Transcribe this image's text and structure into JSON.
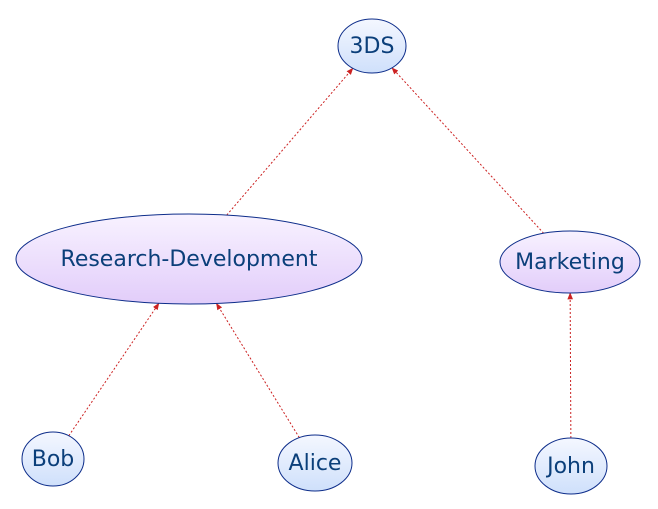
{
  "diagram": {
    "type": "org-hierarchy",
    "colors": {
      "node_stroke": "#0d2d8a",
      "node_fill_top": "#f4f7ff",
      "node_fill_bottom": "#cfe0fb",
      "dept_fill_top": "#f8f2ff",
      "dept_fill_bottom": "#e2cdfa",
      "text": "#0b3f7a",
      "edge": "#cc2222"
    },
    "nodes": [
      {
        "id": "3ds",
        "label": "3DS",
        "kind": "root"
      },
      {
        "id": "research-development",
        "label": "Research-Development",
        "kind": "department"
      },
      {
        "id": "marketing",
        "label": "Marketing",
        "kind": "department"
      },
      {
        "id": "bob",
        "label": "Bob",
        "kind": "person"
      },
      {
        "id": "alice",
        "label": "Alice",
        "kind": "person"
      },
      {
        "id": "john",
        "label": "John",
        "kind": "person"
      }
    ],
    "edges": [
      {
        "from": "research-development",
        "to": "3ds",
        "style": "dashed-arrow"
      },
      {
        "from": "marketing",
        "to": "3ds",
        "style": "dashed-arrow"
      },
      {
        "from": "bob",
        "to": "research-development",
        "style": "dashed-arrow"
      },
      {
        "from": "alice",
        "to": "research-development",
        "style": "dashed-arrow"
      },
      {
        "from": "john",
        "to": "marketing",
        "style": "dashed-arrow"
      }
    ]
  }
}
